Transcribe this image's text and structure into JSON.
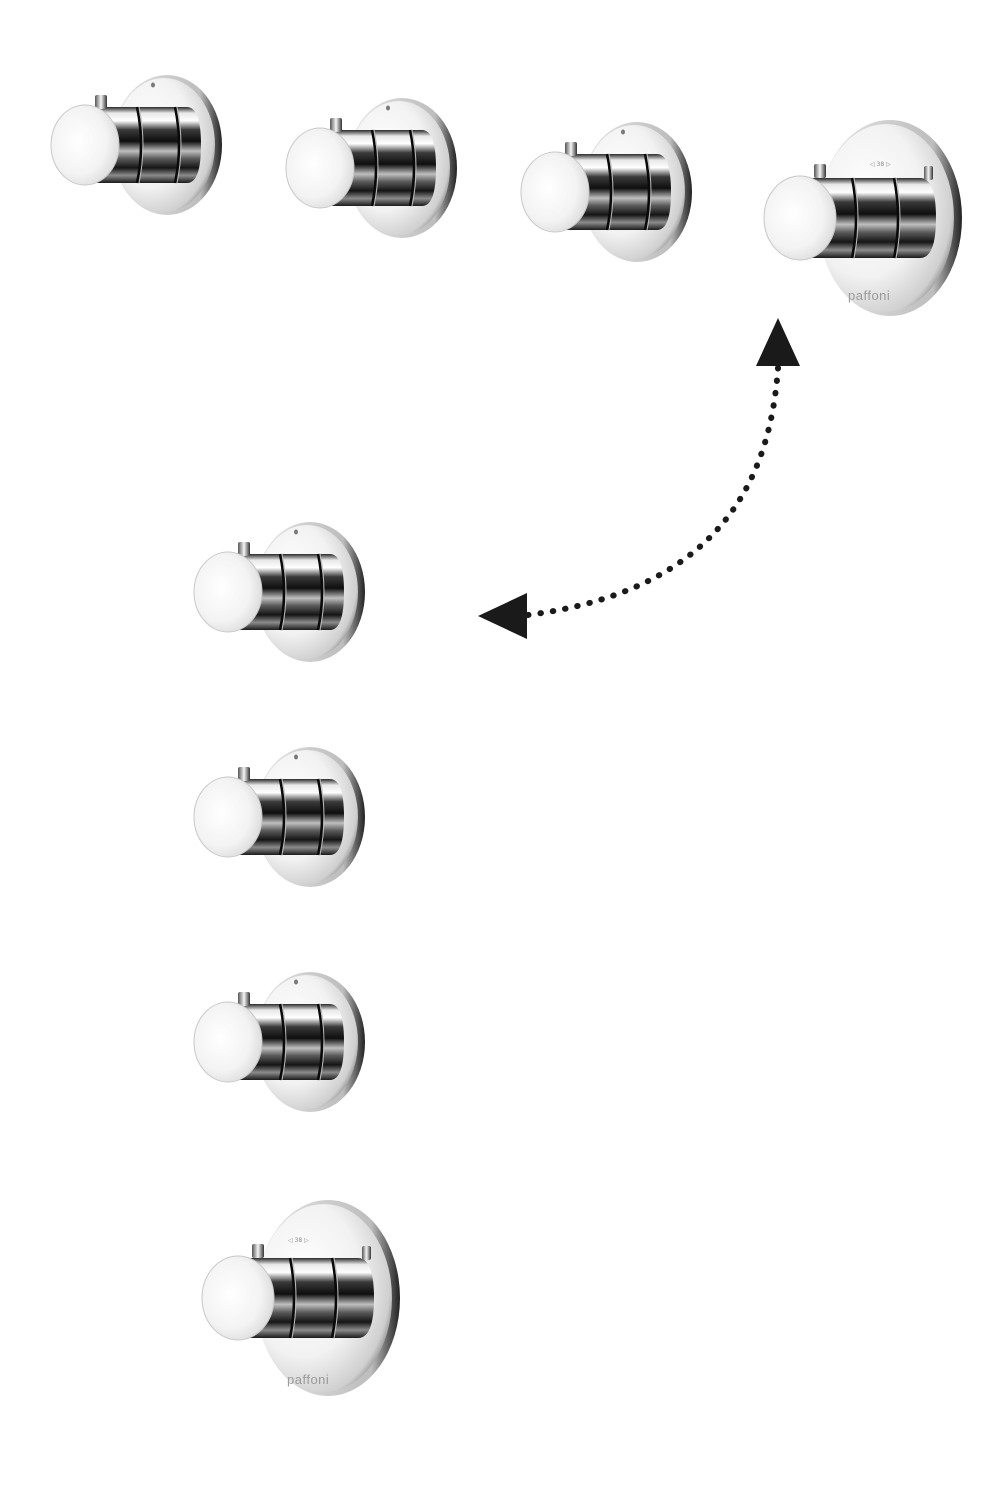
{
  "image": {
    "background": "#ffffff",
    "chrome_light": "#f4f4f4",
    "chrome_dark": "#1a1a1a",
    "arrow_color": "#1a1a1a"
  },
  "products": {
    "top_row": [
      {
        "kind": "small-valve",
        "logo": ""
      },
      {
        "kind": "small-valve",
        "logo": ""
      },
      {
        "kind": "small-valve",
        "logo": ""
      },
      {
        "kind": "thermostatic-mixer",
        "logo": "paffoni",
        "scale": "◁ 38 ▷"
      }
    ],
    "column": [
      {
        "kind": "small-valve",
        "logo": ""
      },
      {
        "kind": "small-valve",
        "logo": ""
      },
      {
        "kind": "small-valve",
        "logo": ""
      },
      {
        "kind": "thermostatic-mixer",
        "logo": "paffoni",
        "scale": "◁ 38 ▷"
      }
    ]
  },
  "connector": {
    "style": "dotted-double-arrow",
    "meaning": "swap-position"
  }
}
